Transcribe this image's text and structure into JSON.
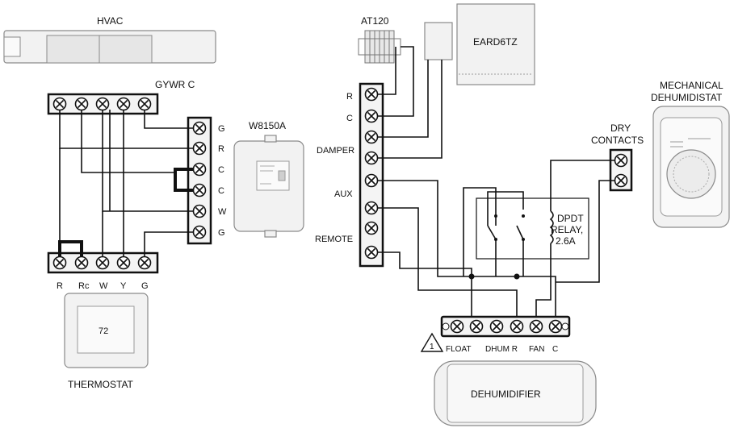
{
  "title": "",
  "components": {
    "hvac": "HVAC",
    "hvac_terminals": "GYWR C",
    "w8150a": "W8150A",
    "thermostat": "THERMOSTAT",
    "at120": "AT120",
    "eard6tz": "EARD6TZ",
    "mechanical_line1": "MECHANICAL",
    "mechanical_line2": "DEHUMIDISTAT",
    "dry_line1": "DRY",
    "dry_line2": "CONTACTS",
    "relay_line1": "DPDT",
    "relay_line2": "RELAY,",
    "relay_line3": "2.6A",
    "dehumidifier": "DEHUMIDIFIER",
    "note_number": "1",
    "tstat_display": "72"
  },
  "w8150a_terminals": [
    "G",
    "R",
    "C",
    "C",
    "W",
    "G"
  ],
  "thermostat_terminals": [
    "R",
    "Rc",
    "W",
    "Y",
    "G"
  ],
  "eard_terminals": {
    "r": "R",
    "c": "C",
    "damper": "DAMPER",
    "aux": "AUX",
    "remote": "REMOTE"
  },
  "dehumidifier_terminals": [
    "FLOAT",
    "DHUM R",
    "FAN",
    "C"
  ]
}
